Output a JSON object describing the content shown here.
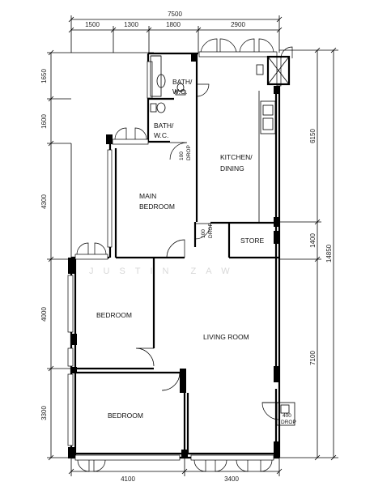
{
  "dimensions": {
    "top_total": "7500",
    "top_segments": [
      "1500",
      "1300",
      "1800",
      "2900"
    ],
    "left_segments": [
      "1650",
      "1600",
      "4300",
      "4000",
      "3300"
    ],
    "right_segments": [
      "6150",
      "1400",
      "7100"
    ],
    "right_total": "14850",
    "bottom_segments": [
      "4100",
      "3400"
    ]
  },
  "rooms": {
    "bath1_line1": "BATH/",
    "bath1_line2": "W.C.",
    "bath2_line1": "BATH/",
    "bath2_line2": "W.C.",
    "kitchen_line1": "KITCHEN/",
    "kitchen_line2": "DINING",
    "main_bedroom_line1": "MAIN",
    "main_bedroom_line2": "BEDROOM",
    "store": "STORE",
    "bedroom_1": "BEDROOM",
    "living_room": "LIVING ROOM",
    "bedroom_2": "BEDROOM"
  },
  "drops": {
    "drop1_num": "100",
    "drop1_word": "DROP",
    "drop2_num": "100",
    "drop2_word": "DROP",
    "drop3_num": "400",
    "drop3_word": "DROP"
  },
  "watermark": "JUSTIN ZAW",
  "colors": {
    "line": "#000000",
    "watermark": "#d8d8d8",
    "background": "#ffffff"
  }
}
